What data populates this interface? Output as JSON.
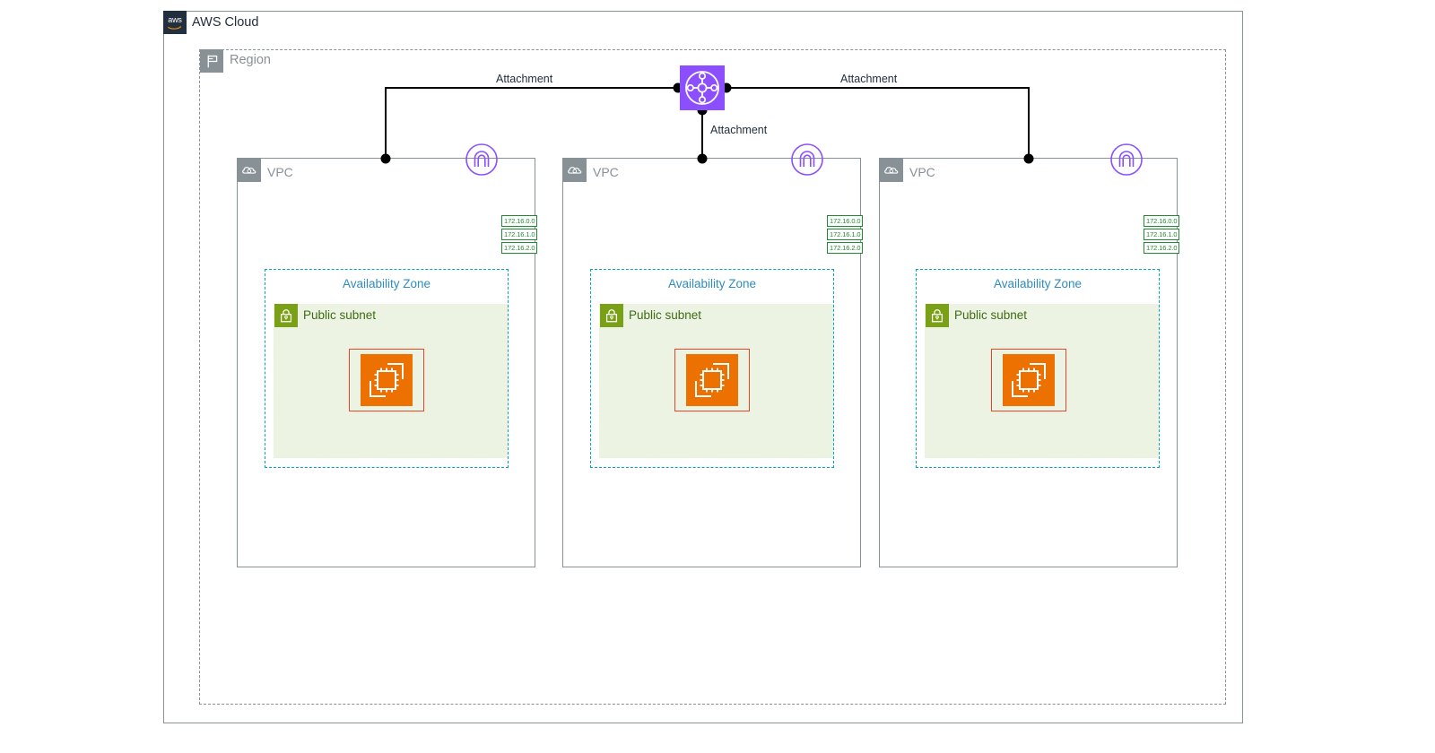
{
  "cloud": {
    "title": "AWS Cloud",
    "logo_text": "aws",
    "logo_icon": "aws-logo-icon",
    "border_color": "#879196"
  },
  "region": {
    "label": "Region",
    "icon": "region-flag-icon",
    "border_color": "#879196"
  },
  "transit_gateway": {
    "icon": "transit-gateway-icon",
    "color": "#8C4FFF"
  },
  "edges": [
    {
      "label": "Attachment",
      "target": "vpc-1"
    },
    {
      "label": "Attachment",
      "target": "vpc-2"
    },
    {
      "label": "Attachment",
      "target": "vpc-3"
    }
  ],
  "colors": {
    "vpc_gray": "#879196",
    "az_blue": "#2E8CBE",
    "subnet_green": "#7AA116",
    "subnet_fill": "#EDF3E3",
    "ec2_orange": "#ED7100",
    "ec2_border": "#E8452A",
    "cidr_green": "#1F8A32",
    "tgw_purple": "#8C4FFF",
    "aws_navy": "#232F3E"
  },
  "vpcs": [
    {
      "id": "vpc-1",
      "label": "VPC",
      "icon": "vpc-cloud-icon",
      "gateway_icon": "gateway-attachment-icon",
      "cidrs": [
        "172.16.0.0",
        "172.16.1.0",
        "172.16.2.0"
      ],
      "availability_zone": {
        "label": "Availability Zone",
        "subnet": {
          "label": "Public subnet",
          "icon": "subnet-lock-icon",
          "instance": {
            "icon": "ec2-instance-icon"
          }
        }
      }
    },
    {
      "id": "vpc-2",
      "label": "VPC",
      "icon": "vpc-cloud-icon",
      "gateway_icon": "gateway-attachment-icon",
      "cidrs": [
        "172.16.0.0",
        "172.16.1.0",
        "172.16.2.0"
      ],
      "availability_zone": {
        "label": "Availability Zone",
        "subnet": {
          "label": "Public subnet",
          "icon": "subnet-lock-icon",
          "instance": {
            "icon": "ec2-instance-icon"
          }
        }
      }
    },
    {
      "id": "vpc-3",
      "label": "VPC",
      "icon": "vpc-cloud-icon",
      "gateway_icon": "gateway-attachment-icon",
      "cidrs": [
        "172.16.0.0",
        "172.16.1.0",
        "172.16.2.0"
      ],
      "availability_zone": {
        "label": "Availability Zone",
        "subnet": {
          "label": "Public subnet",
          "icon": "subnet-lock-icon",
          "instance": {
            "icon": "ec2-instance-icon"
          }
        }
      }
    }
  ]
}
